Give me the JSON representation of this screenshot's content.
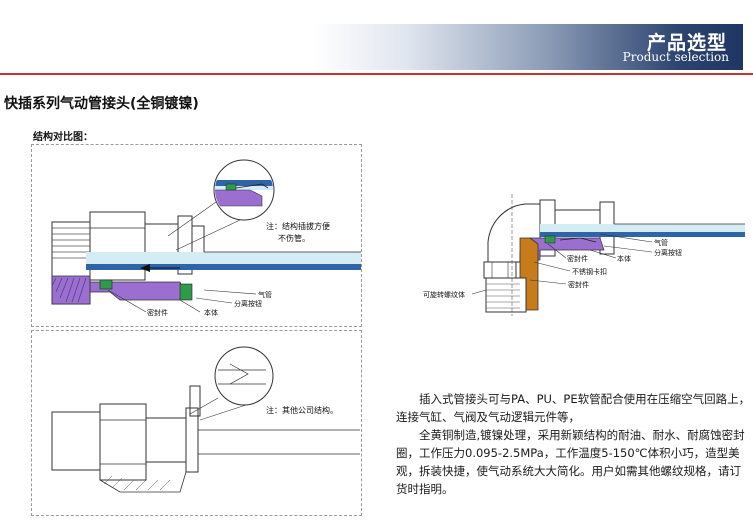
{
  "header": {
    "title_cn": "产品选型",
    "title_en": "Product selection"
  },
  "section_title": "快插系列气动管接头(全铜镀镍)",
  "subtitle": "结构对比图：",
  "diagram_top": {
    "note_line1": "注：结构插拔方便",
    "note_line2": "不伤管。",
    "labels": {
      "air_tube": "气管",
      "release_button": "分离按钮",
      "body": "本体",
      "seal": "密封件"
    }
  },
  "diagram_bottom": {
    "note": "注：其他公司结构。"
  },
  "diagram_right": {
    "labels": {
      "air_tube": "气管",
      "release_button": "分离按钮",
      "body": "本体",
      "seal_upper": "密封件",
      "stainless_clip": "不锈钢卡扣",
      "seal_lower": "密封件",
      "rotatable_thread": "可旋转螺纹体"
    }
  },
  "description": {
    "para1": "插入式管接头可与PA、PU、PE软管配合使用在压缩空气回路上，连接气缸、气阀及气动逻辑元件等，",
    "para2_main": "全黄铜制造,镀镍处理，采用新颖结构的耐油、耐水、耐腐蚀密封圈，工作压力0.095-2.5MPa，工作温度5-150℃体积小巧，造型美观，拆装快捷，使气动系统大大简化。",
    "para2_tail": "用户如需其他螺纹规格，请订货时指明。"
  },
  "colors": {
    "header_dark": "#1f3563",
    "accent_red": "#c8322f",
    "tube_blue": "#2f64a8",
    "tube_light": "#d4ecf3",
    "body_purple": "#9a6fd0",
    "seal_green": "#2e9a4a",
    "brass": "#c77c1c"
  }
}
